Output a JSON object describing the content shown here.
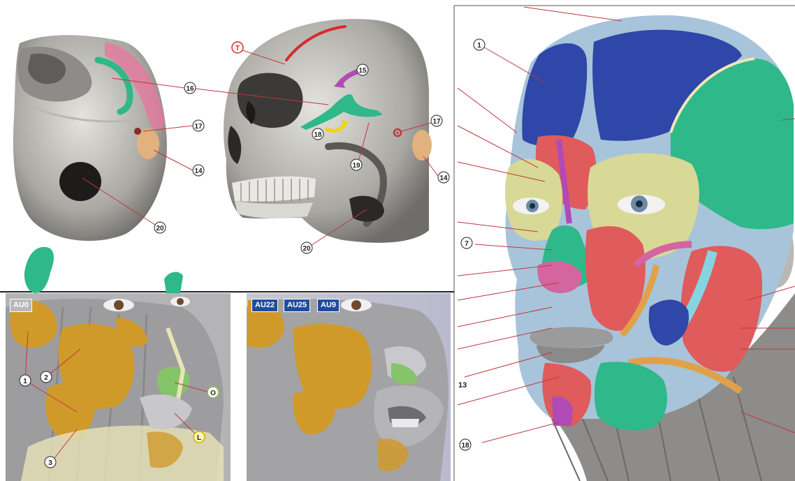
{
  "colors": {
    "bone": "#d6d5d0",
    "bone_dark": "#6f6e6a",
    "green": "#2fb889",
    "pink": "#e9769e",
    "blue_muscle": "#2e47a8",
    "light_blue": "#a9c6db",
    "red_muscle": "#e05b5b",
    "yellow_muscle": "#d8d996",
    "fat": "#d09a2a",
    "leader": "#c0363e",
    "tag_grey": "#b7b7bd",
    "tag_blue": "#1f4d9e"
  },
  "panels": {
    "skull_bottom": {
      "labels": [
        "16",
        "17",
        "14",
        "20"
      ]
    },
    "skull_side": {
      "letter": "T",
      "labels": [
        "15",
        "16",
        "17",
        "18",
        "19",
        "14",
        "20"
      ]
    },
    "face_muscles": {
      "labels": [
        "1",
        "7",
        "13",
        "18"
      ]
    },
    "face_fat_left": {
      "action_units": [
        "AU0"
      ],
      "labels": [
        "1",
        "2",
        "3"
      ],
      "letters": [
        "O",
        "L"
      ]
    },
    "face_fat_right": {
      "action_units": [
        "AU22",
        "AU25",
        "AU9"
      ]
    }
  }
}
